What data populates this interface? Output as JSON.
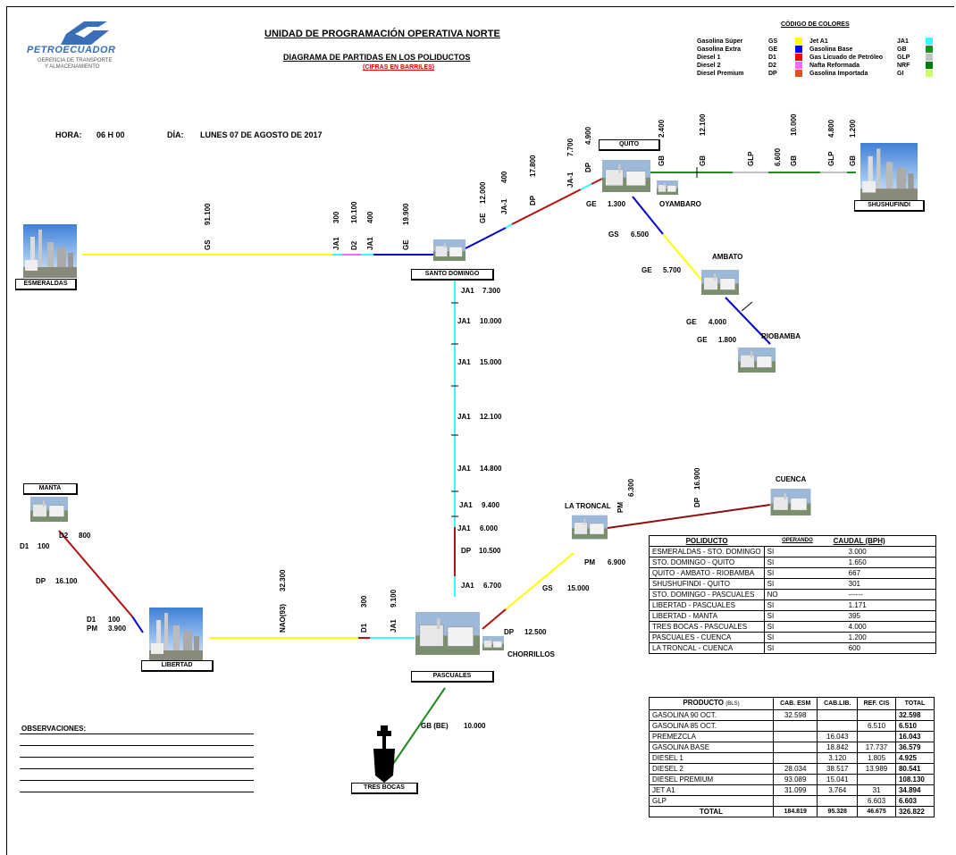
{
  "header": {
    "company_logo": "PETROECUADOR",
    "company_sub1": "GERENCIA DE TRANSPORTE",
    "company_sub2": "Y ALMACENAMIENTO",
    "title": "UNIDAD DE PROGRAMACIÓN OPERATIVA NORTE",
    "subtitle": "DIAGRAMA DE PARTIDAS EN LOS POLIDUCTOS",
    "units": "(CIFRAS EN BARRILES)",
    "time_label": "HORA:",
    "time_value": "06 H 00",
    "day_label": "DÍA:",
    "day_value": "LUNES  07 DE AGOSTO DE 2017"
  },
  "legend": {
    "title": "CÓDIGO DE COLORES",
    "left": [
      {
        "name": "Gasolina Súper",
        "code": "GS",
        "color": "#ffff00"
      },
      {
        "name": "Gasolina Extra",
        "code": "GE",
        "color": "#0000ff"
      },
      {
        "name": "Diesel  1",
        "code": "D1",
        "color": "#ff0000"
      },
      {
        "name": "Diesel  2",
        "code": "D2",
        "color": "#ff66ff"
      },
      {
        "name": "Diesel Premium",
        "code": "DP",
        "color": "#d9541e"
      }
    ],
    "right": [
      {
        "name": "Jet A1",
        "code": "JA1",
        "color": "#33ffff"
      },
      {
        "name": "Gasolina Base",
        "code": "GB",
        "color": "#228b22"
      },
      {
        "name": "Gas Licuado de Petróleo",
        "code": "GLP",
        "color": "#c0c0c0"
      },
      {
        "name": "Nafta Reformada",
        "code": "NRF",
        "color": "#008000"
      },
      {
        "name": "Gasolina Importada",
        "code": "GI",
        "color": "#ccff66"
      }
    ]
  },
  "stations": {
    "esmeraldas": "ESMERALDAS",
    "santo_domingo": "SANTO DOMINGO",
    "quito": "QUITO",
    "oyambaro": "OYAMBARO",
    "shushufindi": "SHUSHUFINDI",
    "ambato": "AMBATO",
    "riobamba": "RIOBAMBA",
    "manta": "MANTA",
    "libertad": "LIBERTAD",
    "pascuales": "PASCUALES",
    "chorrillos": "CHORRILLOS",
    "la_troncal": "LA TRONCAL",
    "cuenca": "CUENCA",
    "tres_bocas": "TRES BOCAS"
  },
  "batches": {
    "esm_sd": [
      {
        "code": "GS",
        "qty": "91.100"
      },
      {
        "code": "JA1",
        "qty": "300"
      },
      {
        "code": "D2",
        "qty": "10.100"
      },
      {
        "code": "JA1",
        "qty": "400"
      },
      {
        "code": "GE",
        "qty": "19.900"
      }
    ],
    "sd_quito": [
      {
        "code": "GE",
        "qty": "12.000"
      },
      {
        "code": "JA-1",
        "qty": "400"
      },
      {
        "code": "DP",
        "qty": "17.800"
      },
      {
        "code": "JA-1",
        "qty": "7.700"
      },
      {
        "code": "DP",
        "qty": "4.900"
      }
    ],
    "shushufindi_quito": [
      {
        "code": "GB",
        "qty": "2.400"
      },
      {
        "code": "GB",
        "qty": "12.100"
      },
      {
        "code": "GLP",
        "qty": "6.600"
      },
      {
        "code": "GB",
        "qty": "10.000"
      },
      {
        "code": "GLP",
        "qty": "4.800"
      },
      {
        "code": "GB",
        "qty": "1.200"
      }
    ],
    "quito_south": [
      {
        "code": "GE",
        "qty": "1.300"
      },
      {
        "code": "GS",
        "qty": "6.500"
      },
      {
        "code": "GE",
        "qty": "5.700"
      },
      {
        "code": "GE",
        "qty": "4.000"
      },
      {
        "code": "GE",
        "qty": "1.800"
      }
    ],
    "sd_pascuales": [
      {
        "code": "JA1",
        "qty": "7.300"
      },
      {
        "code": "JA1",
        "qty": "10.000"
      },
      {
        "code": "JA1",
        "qty": "15.000"
      },
      {
        "code": "JA1",
        "qty": "12.100"
      },
      {
        "code": "JA1",
        "qty": "14.800"
      },
      {
        "code": "JA1",
        "qty": "9.400"
      },
      {
        "code": "JA1",
        "qty": "6.000"
      },
      {
        "code": "DP",
        "qty": "10.500"
      },
      {
        "code": "JA1",
        "qty": "6.700"
      }
    ],
    "libertad_pascuales": [
      {
        "code": "NAO(93)",
        "qty": "32.300"
      },
      {
        "code": "D1",
        "qty": "300"
      },
      {
        "code": "JA1",
        "qty": "9.100"
      }
    ],
    "libertad_manta": [
      {
        "code": "D2",
        "qty": "800"
      },
      {
        "code": "D1",
        "qty": "100"
      },
      {
        "code": "DP",
        "qty": "16.100"
      },
      {
        "code": "D1",
        "qty": "100"
      },
      {
        "code": "PM",
        "qty": "3.900"
      }
    ],
    "pascuales_cuenca": [
      {
        "code": "DP",
        "qty": "12.500"
      },
      {
        "code": "GS",
        "qty": "15.000"
      },
      {
        "code": "PM",
        "qty": "6.900"
      },
      {
        "code": "PM",
        "qty": "6.300"
      },
      {
        "code": "DP",
        "qty": "16.900"
      }
    ],
    "tres_bocas": [
      {
        "code": "GB (BE)",
        "qty": "10.000"
      }
    ]
  },
  "observations_label": "OBSERVACIONES:",
  "pipeline_table": {
    "headers": [
      "POLIDUCTO",
      "OPERANDO",
      "CAUDAL (BPH)"
    ],
    "rows": [
      [
        "ESMERALDAS - STO. DOMINGO",
        "SI",
        "3.000"
      ],
      [
        "STO. DOMINGO - QUITO",
        "SI",
        "1.650"
      ],
      [
        "QUITO - AMBATO - RIOBAMBA",
        "SI",
        "667"
      ],
      [
        "SHUSHUFINDI - QUITO",
        "SI",
        "301"
      ],
      [
        "STO. DOMINGO - PASCUALES",
        "NO",
        "------"
      ],
      [
        "LIBERTAD - PASCUALES",
        "SI",
        "1.171"
      ],
      [
        "LIBERTAD - MANTA",
        "SI",
        "395"
      ],
      [
        "TRES BOCAS - PASCUALES",
        "SI",
        "4.000"
      ],
      [
        "PASCUALES - CUENCA",
        "SI",
        "1.200"
      ],
      [
        "LA TRONCAL - CUENCA",
        "SI",
        "600"
      ]
    ]
  },
  "product_table": {
    "headers": [
      "PRODUCTO",
      "(BLS)",
      "CAB. ESM",
      "CAB.LIB.",
      "REF. CIS",
      "TOTAL"
    ],
    "rows": [
      [
        "GASOLINA 90 OCT.",
        "32.598",
        "",
        "",
        "32.598"
      ],
      [
        "GASOLINA 85 OCT.",
        "",
        "",
        "6.510",
        "6.510"
      ],
      [
        "PREMEZCLA",
        "",
        "16.043",
        "",
        "16.043"
      ],
      [
        "GASOLINA BASE",
        "",
        "18.842",
        "17.737",
        "36.579"
      ],
      [
        "DIESEL 1",
        "",
        "3.120",
        "1.805",
        "4.925"
      ],
      [
        "DIESEL 2",
        "28.034",
        "38.517",
        "13.989",
        "80.541"
      ],
      [
        "DIESEL PREMIUM",
        "93.089",
        "15.041",
        "",
        "108.130"
      ],
      [
        "JET A1",
        "31.099",
        "3.764",
        "31",
        "34.894"
      ],
      [
        "GLP",
        "",
        "",
        "6.603",
        "6.603"
      ]
    ],
    "total": [
      "TOTAL",
      "184.819",
      "95.328",
      "46.675",
      "326.822"
    ]
  }
}
